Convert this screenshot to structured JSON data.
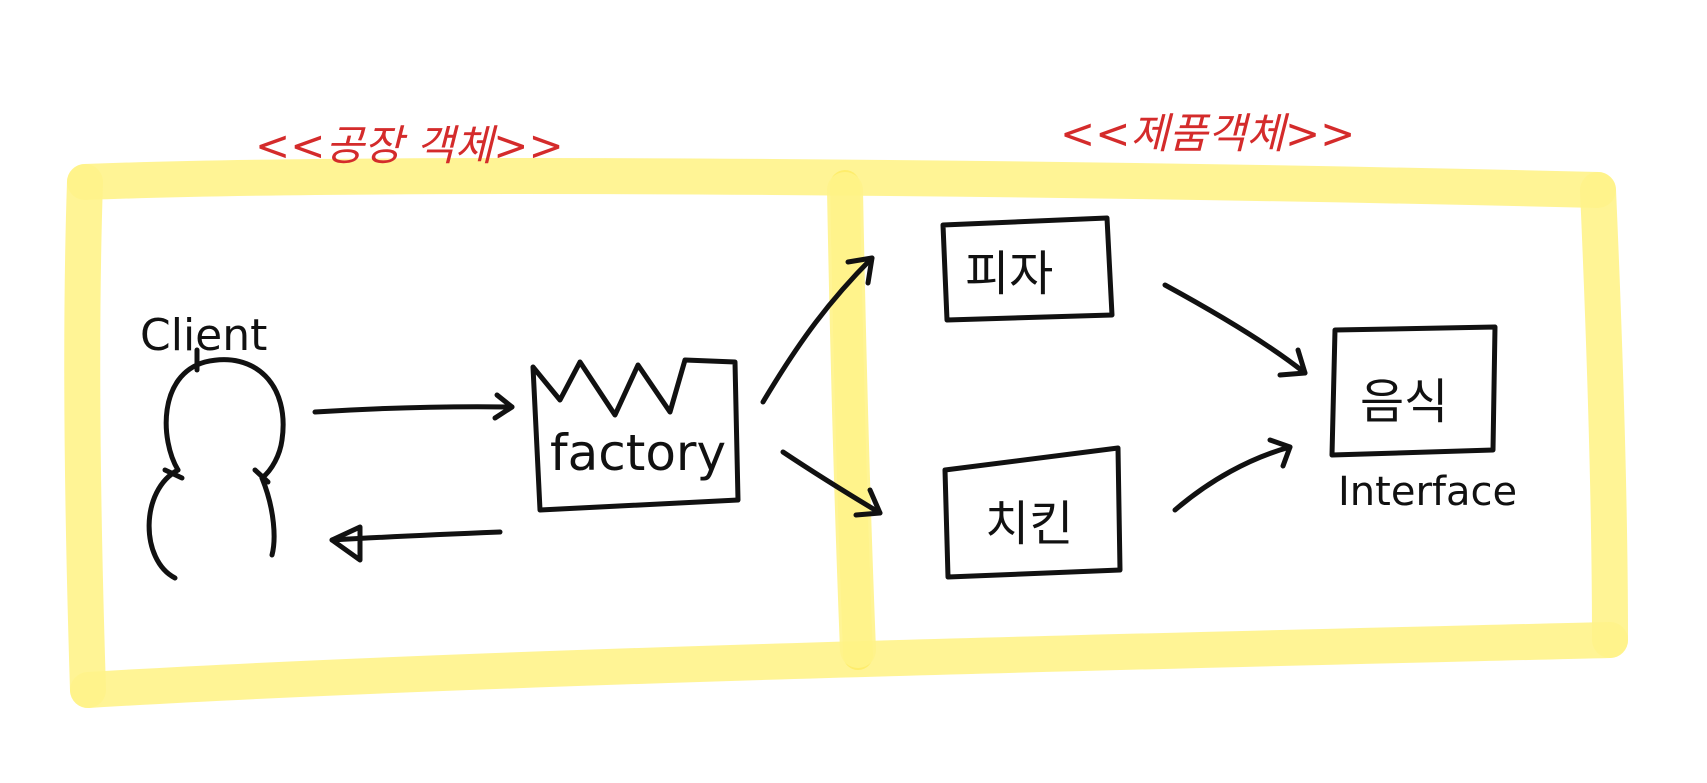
{
  "colors": {
    "ink": "#111111",
    "highlighter": "#fff38a",
    "annotation": "#d42b2b",
    "background": "#ffffff"
  },
  "regions": {
    "factory_group_label": "<<공장 객체>>",
    "product_group_label": "<<제품객체>>"
  },
  "nodes": {
    "client": "Client",
    "factory": "factory",
    "pizza": "피자",
    "chicken": "치킨",
    "food": "음식",
    "food_type": "Interface"
  },
  "icons": {
    "client": "person-icon",
    "factory": "factory-icon"
  }
}
